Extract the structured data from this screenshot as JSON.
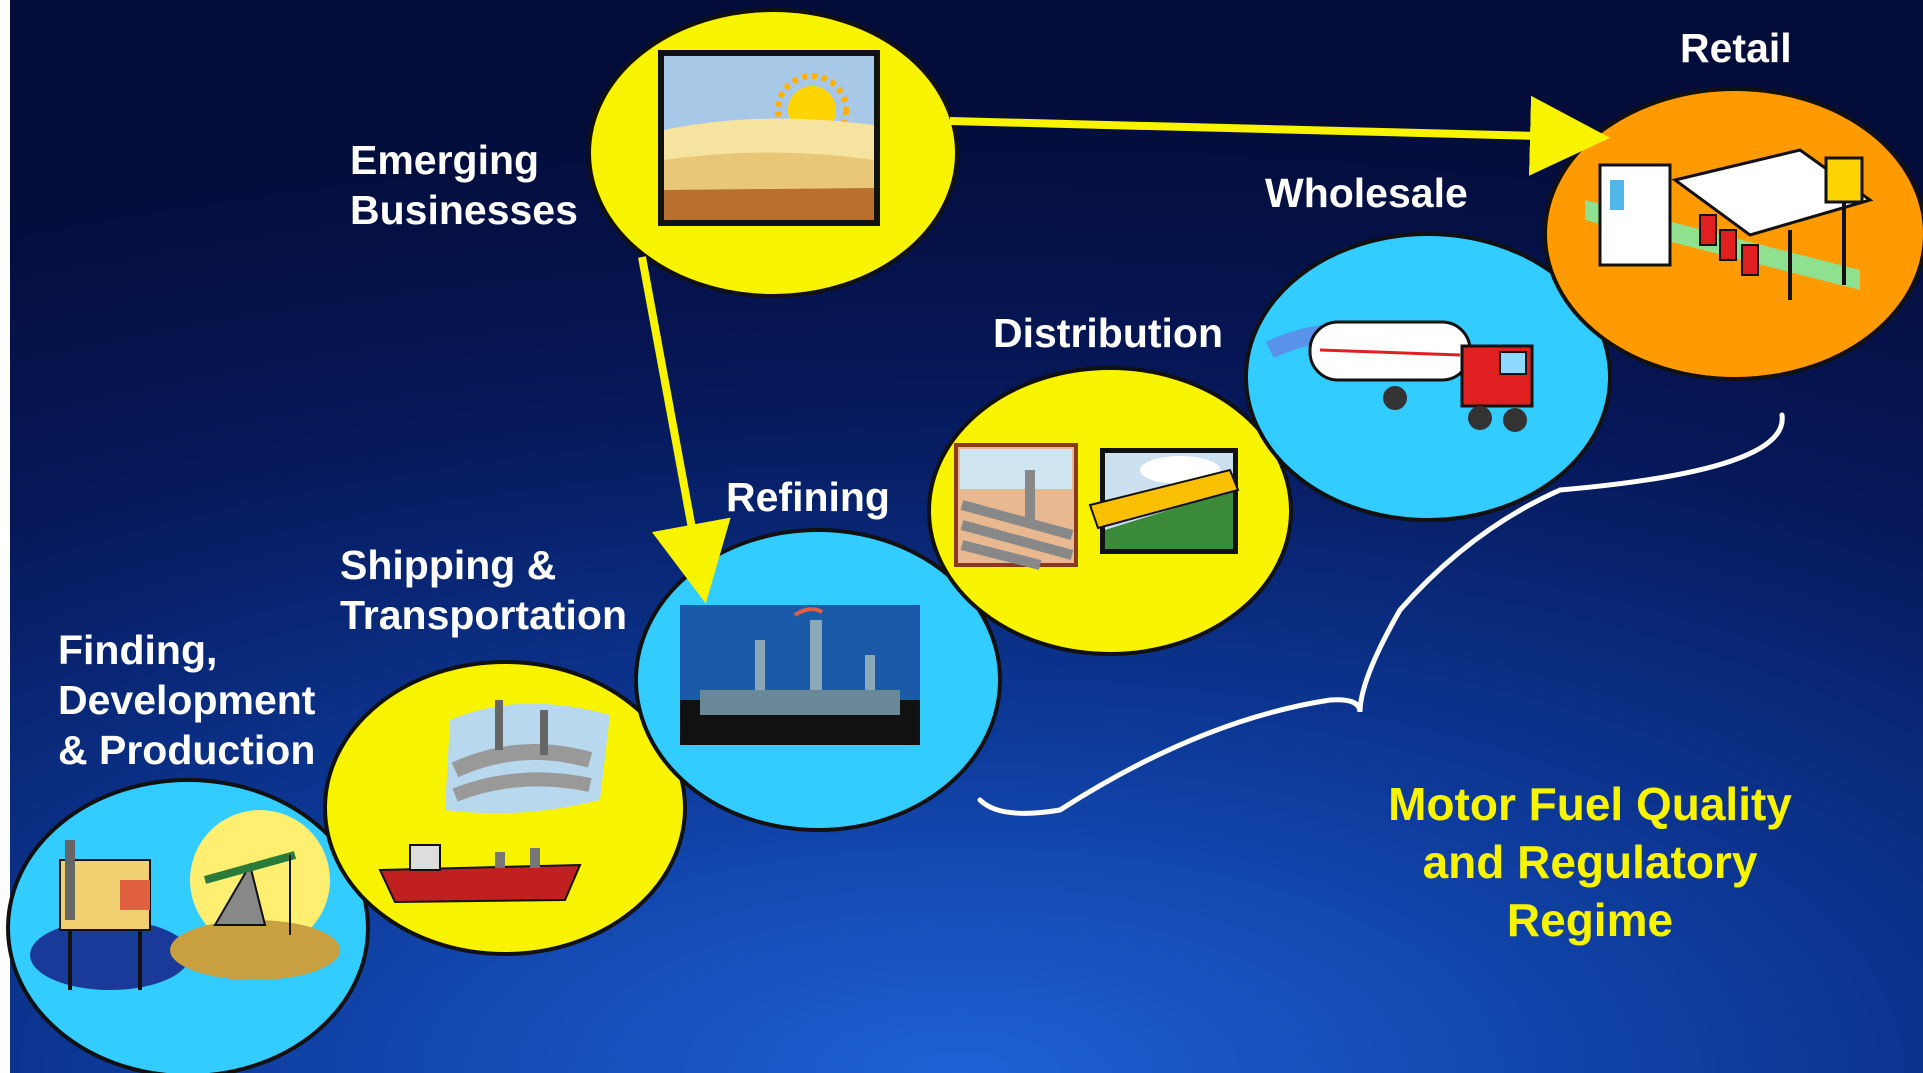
{
  "stages": {
    "emerging": {
      "lines": [
        "Emerging",
        "Businesses"
      ]
    },
    "retail": {
      "label": "Retail"
    },
    "wholesale": {
      "label": "Wholesale"
    },
    "distribution": {
      "label": "Distribution"
    },
    "refining": {
      "label": "Refining"
    },
    "shipping": {
      "lines": [
        "Shipping &",
        "Transportation"
      ]
    },
    "finding": {
      "lines": [
        "Finding,",
        "Development",
        "& Production"
      ]
    }
  },
  "callout": {
    "lines": [
      "Motor Fuel Quality",
      "and Regulatory",
      "Regime"
    ]
  },
  "colors": {
    "circle_yellow": "#f8f400",
    "circle_cyan": "#33ccff",
    "circle_orange": "#ff9a00",
    "arrow_yellow": "#f8f400",
    "callout_text": "#f8f400"
  },
  "icons": {
    "emerging": "sunset-field-icon",
    "retail": "gas-station-icon",
    "wholesale": "tanker-truck-icon",
    "distribution": [
      "pipeline-icon",
      "train-icon"
    ],
    "refining": "refinery-icon",
    "shipping": [
      "offshore-pipeline-icon",
      "tanker-ship-icon"
    ],
    "finding": [
      "oil-platform-icon",
      "pumpjack-icon"
    ]
  }
}
